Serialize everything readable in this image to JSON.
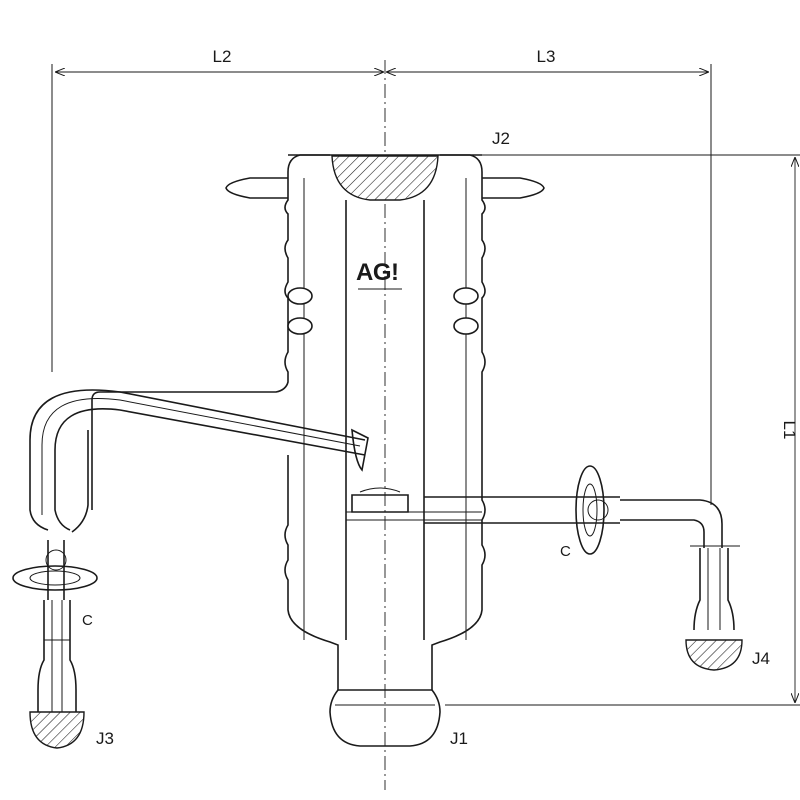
{
  "dimensions": {
    "l1": "L1",
    "l2": "L2",
    "l3": "L3"
  },
  "joints": {
    "j1": "J1",
    "j2": "J2",
    "j3": "J3",
    "j4": "J4"
  },
  "stopcocks": {
    "left": "C",
    "right": "C"
  },
  "logo": {
    "text": "AG!"
  }
}
